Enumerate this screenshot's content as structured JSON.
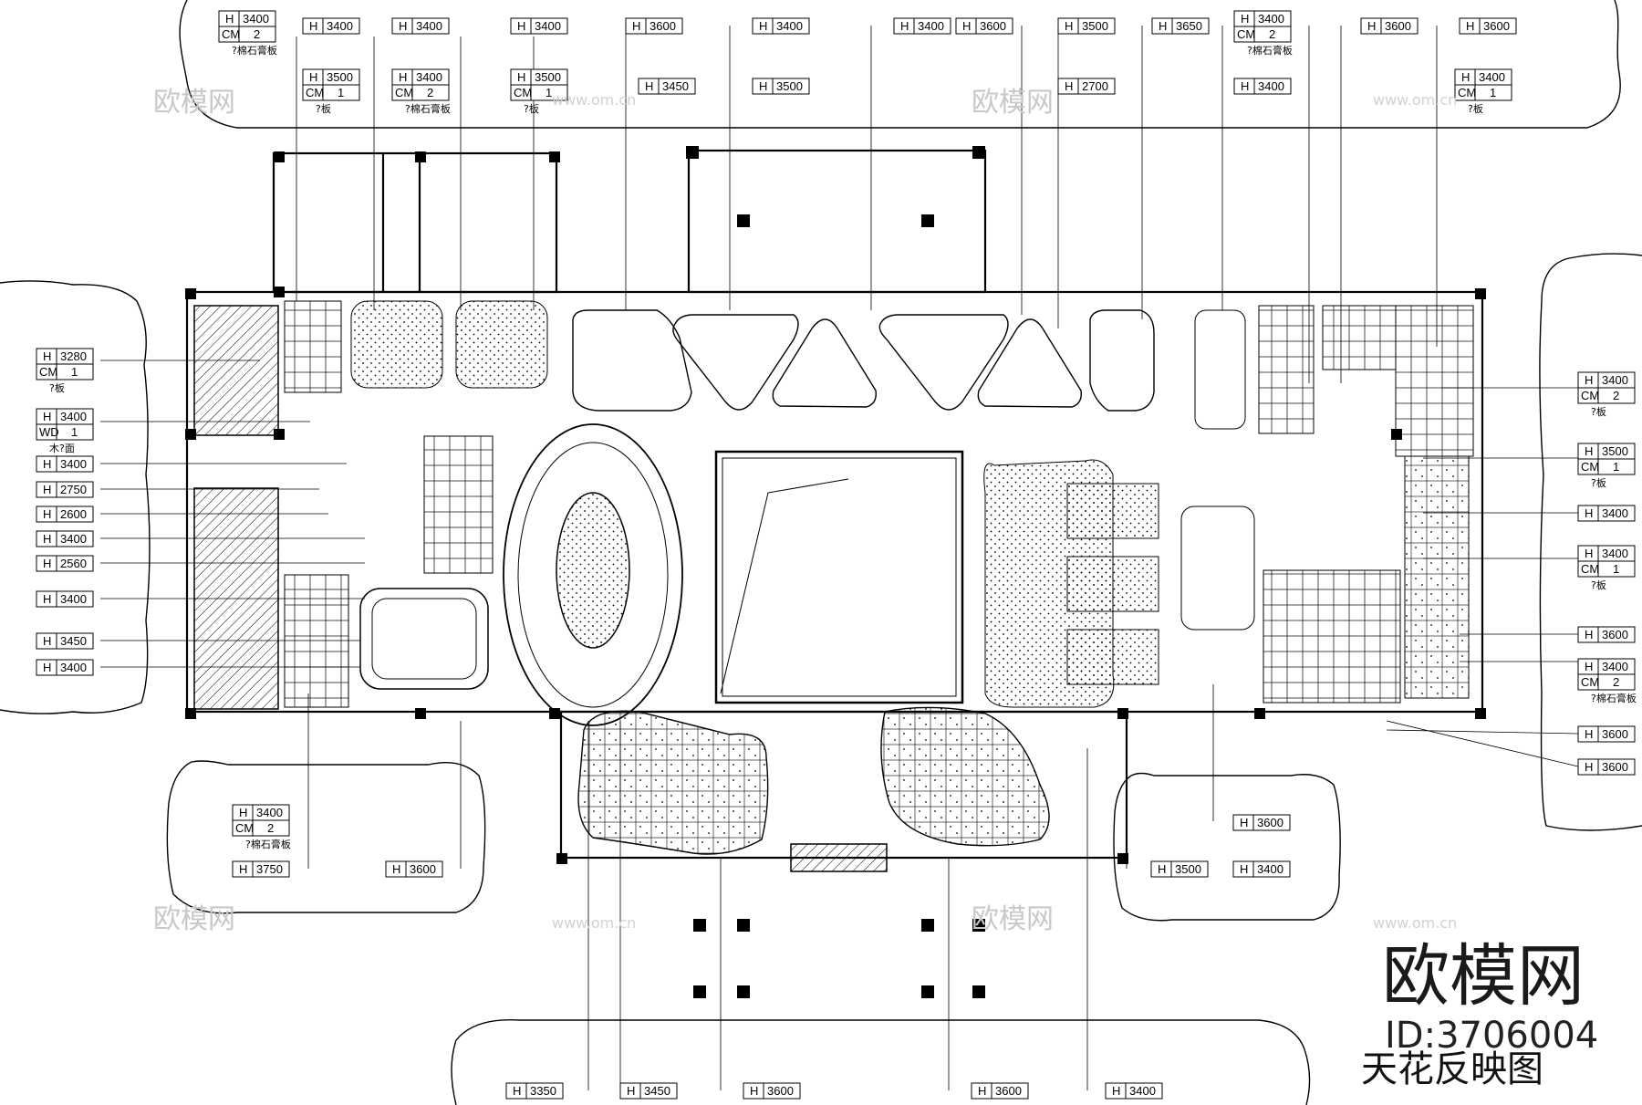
{
  "brand": {
    "logo_text": "欧模网",
    "id_text": "ID:3706004"
  },
  "drawing": {
    "title": "天花反映图"
  },
  "watermark": {
    "text": "欧模网",
    "url": "www.om.cn"
  },
  "materials": {
    "asbestos_board": "?棉石膏板",
    "board": "?板",
    "wood_face": "木?面"
  },
  "tags_top": [
    {
      "h": "H",
      "v": "3400",
      "cm": "CM",
      "n": "2",
      "note": "?棉石膏板"
    },
    {
      "h": "H",
      "v": "3400"
    },
    {
      "h": "H",
      "v": "3400"
    },
    {
      "h": "H",
      "v": "3400"
    },
    {
      "h": "H",
      "v": "3500",
      "cm": "CM",
      "n": "1",
      "note": "?板"
    },
    {
      "h": "H",
      "v": "3400",
      "cm": "CM",
      "n": "2",
      "note": "?棉石膏板"
    },
    {
      "h": "H",
      "v": "3500",
      "cm": "CM",
      "n": "1",
      "note": "?板"
    },
    {
      "h": "H",
      "v": "3600"
    },
    {
      "h": "H",
      "v": "3450"
    },
    {
      "h": "H",
      "v": "3400"
    },
    {
      "h": "H",
      "v": "3500"
    },
    {
      "h": "H",
      "v": "3400"
    },
    {
      "h": "H",
      "v": "3600"
    },
    {
      "h": "H",
      "v": "3500"
    },
    {
      "h": "H",
      "v": "2700"
    },
    {
      "h": "H",
      "v": "3650"
    },
    {
      "h": "H",
      "v": "3400",
      "cm": "CM",
      "n": "2",
      "note": "?棉石膏板"
    },
    {
      "h": "H",
      "v": "3400"
    },
    {
      "h": "H",
      "v": "3600"
    },
    {
      "h": "H",
      "v": "3600"
    },
    {
      "h": "H",
      "v": "3400",
      "cm": "CM",
      "n": "1",
      "note": "?板"
    }
  ],
  "tags_left": [
    {
      "h": "H",
      "v": "3280",
      "cm": "CM",
      "n": "1",
      "note": "?板"
    },
    {
      "h": "H",
      "v": "3400",
      "cm": "WD",
      "n": "1",
      "note": "木?面"
    },
    {
      "h": "H",
      "v": "3400"
    },
    {
      "h": "H",
      "v": "2750"
    },
    {
      "h": "H",
      "v": "2600"
    },
    {
      "h": "H",
      "v": "3400"
    },
    {
      "h": "H",
      "v": "2560"
    },
    {
      "h": "H",
      "v": "3400"
    },
    {
      "h": "H",
      "v": "3450"
    },
    {
      "h": "H",
      "v": "3400"
    }
  ],
  "tags_right": [
    {
      "h": "H",
      "v": "3400",
      "cm": "CM",
      "n": "2",
      "note": "?板"
    },
    {
      "h": "H",
      "v": "3500",
      "cm": "CM",
      "n": "1",
      "note": "?板"
    },
    {
      "h": "H",
      "v": "3400"
    },
    {
      "h": "H",
      "v": "3400",
      "cm": "CM",
      "n": "1",
      "note": "?板"
    },
    {
      "h": "H",
      "v": "3600"
    },
    {
      "h": "H",
      "v": "3400",
      "cm": "CM",
      "n": "2",
      "note": "?棉石膏板"
    },
    {
      "h": "H",
      "v": "3600"
    },
    {
      "h": "H",
      "v": "3600"
    }
  ],
  "tags_bottom_left": [
    {
      "h": "H",
      "v": "3400",
      "cm": "CM",
      "n": "2",
      "note": "?棉石膏板"
    },
    {
      "h": "H",
      "v": "3750"
    },
    {
      "h": "H",
      "v": "3600"
    }
  ],
  "tags_bottom_right": [
    {
      "h": "H",
      "v": "3600"
    },
    {
      "h": "H",
      "v": "3500"
    },
    {
      "h": "H",
      "v": "3400"
    }
  ],
  "tags_bottom": [
    {
      "h": "H",
      "v": "3350"
    },
    {
      "h": "H",
      "v": "3450"
    },
    {
      "h": "H",
      "v": "3600"
    },
    {
      "h": "H",
      "v": "3600"
    },
    {
      "h": "H",
      "v": "3400"
    }
  ]
}
